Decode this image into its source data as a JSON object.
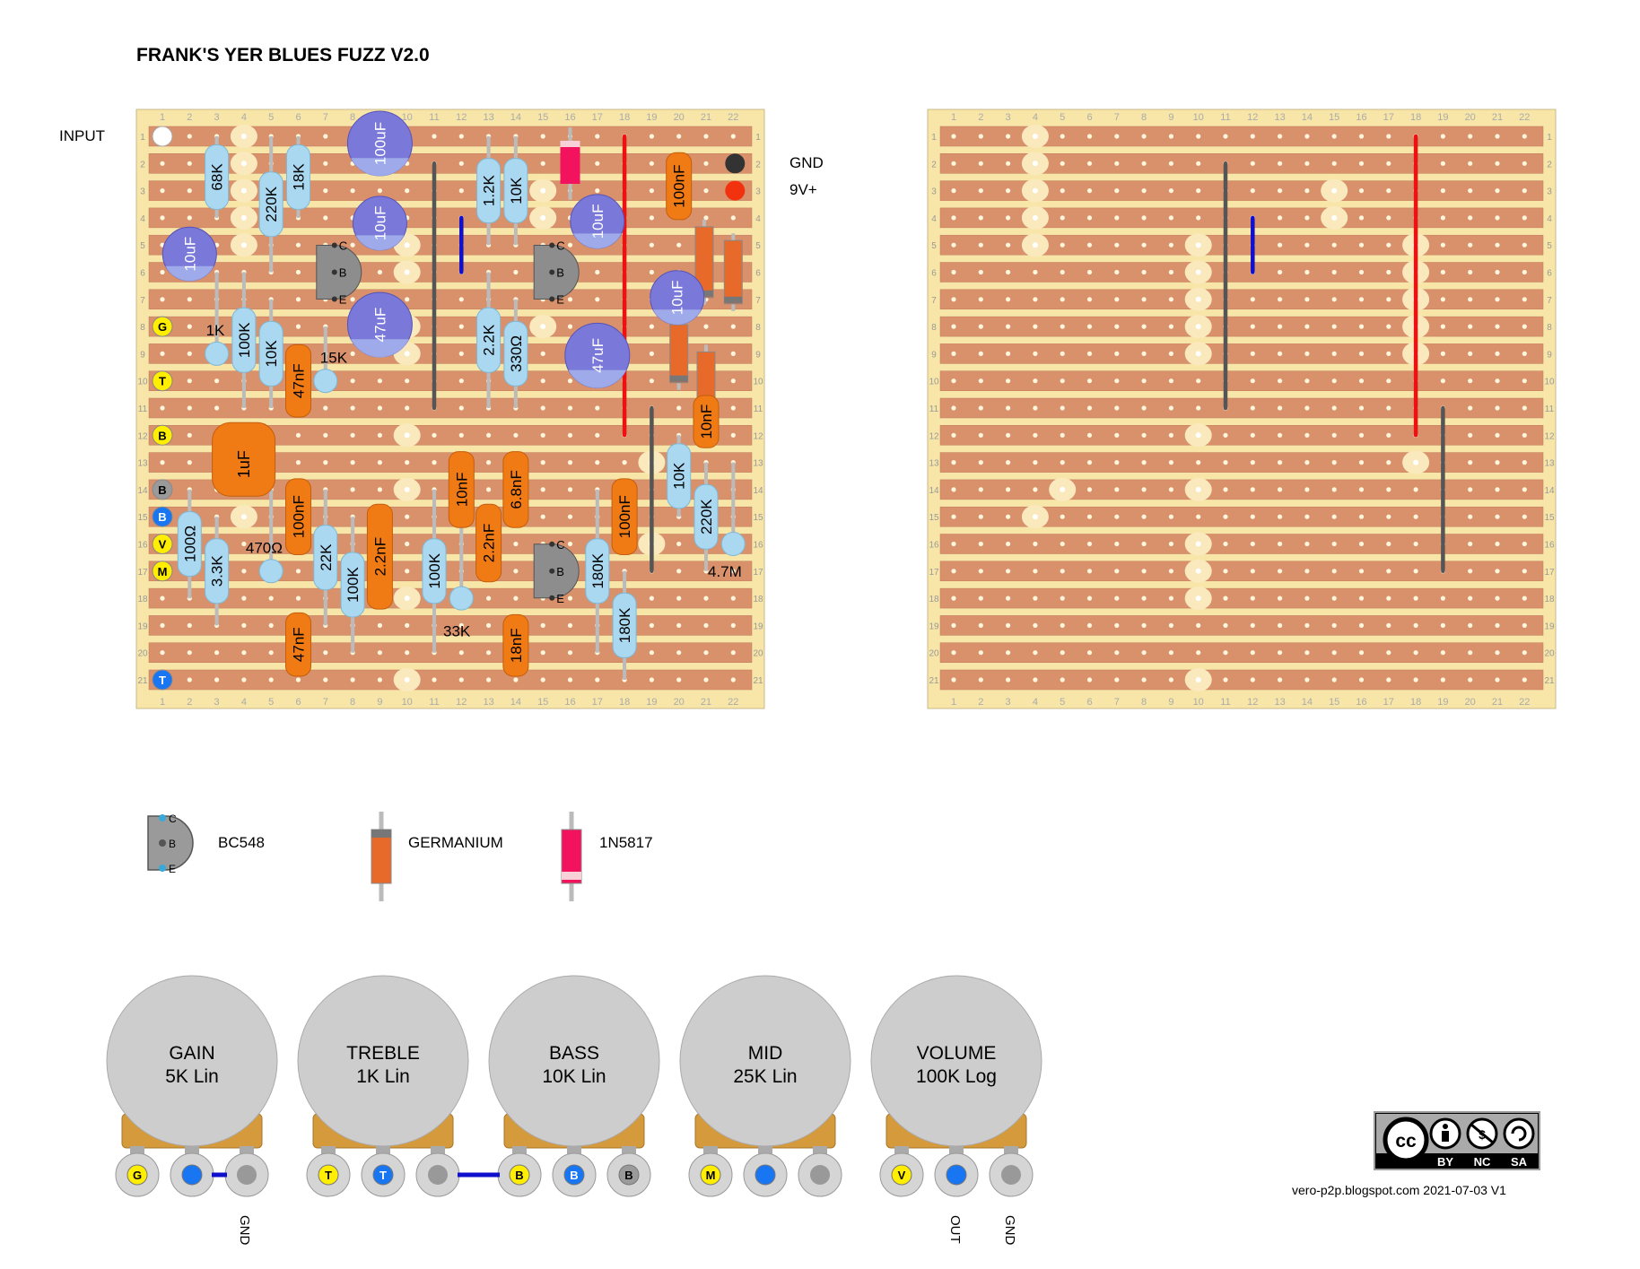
{
  "title": "FRANK'S YER BLUES FUZZ  V2.0",
  "board": {
    "columns": [
      "1",
      "2",
      "3",
      "4",
      "5",
      "6",
      "7",
      "8",
      "9",
      "10",
      "11",
      "12",
      "13",
      "14",
      "15",
      "16",
      "17",
      "18",
      "19",
      "20",
      "21",
      "22"
    ],
    "rows": [
      "1",
      "2",
      "3",
      "4",
      "5",
      "6",
      "7",
      "8",
      "9",
      "10",
      "11",
      "12",
      "13",
      "14",
      "15",
      "16",
      "17",
      "18",
      "19",
      "20",
      "21"
    ],
    "input_label": "INPUT",
    "gnd_label": "GND",
    "power_label": "9V+",
    "pad_labels": [
      "G",
      "T",
      "B",
      "B",
      "B",
      "V",
      "M",
      "T"
    ],
    "transistor_pins": [
      "C",
      "B",
      "E"
    ]
  },
  "components": {
    "resistors": [
      "68K",
      "220K",
      "18K",
      "1.2K",
      "10K",
      "1K",
      "100K",
      "10K",
      "15K",
      "2.2K",
      "330Ω",
      "100Ω",
      "3.3K",
      "470Ω",
      "22K",
      "100K",
      "100K",
      "33K",
      "180K",
      "180K",
      "10K",
      "220K",
      "4.7M"
    ],
    "film_caps": [
      "47nF",
      "100nF",
      "47nF",
      "2.2nF",
      "10nF",
      "2.2nF",
      "6.8nF",
      "18nF",
      "100nF",
      "100nF",
      "10nF"
    ],
    "electrolytic_caps": [
      "100uF",
      "10uF",
      "10uF",
      "47uF",
      "10uF",
      "47uF",
      "10uF"
    ],
    "box_caps": [
      "1uF"
    ]
  },
  "legend": {
    "transistor_label": "BC548",
    "germanium_label": "GERMANIUM",
    "diode_label": "1N5817"
  },
  "pots": [
    {
      "name": "GAIN",
      "value": "5K Lin",
      "lugs": [
        "G",
        "",
        ""
      ],
      "below": "GND"
    },
    {
      "name": "TREBLE",
      "value": "1K Lin",
      "lugs": [
        "T",
        "T",
        ""
      ],
      "below": ""
    },
    {
      "name": "BASS",
      "value": "10K Lin",
      "lugs": [
        "B",
        "B",
        "B"
      ],
      "below": ""
    },
    {
      "name": "MID",
      "value": "25K Lin",
      "lugs": [
        "M",
        "",
        ""
      ],
      "below": ""
    },
    {
      "name": "VOLUME",
      "value": "100K Log",
      "lugs": [
        "V",
        "",
        ""
      ],
      "below_out": "OUT",
      "below_gnd": "GND"
    }
  ],
  "license": {
    "cc": "cc",
    "by": "BY",
    "nc": "NC",
    "sa": "SA"
  },
  "credit": "vero-p2p.blogspot.com  2021-07-03 V1",
  "colors": {
    "board_bg": "#f7e6a8",
    "strip": "#d9916c",
    "resistor": "#a9d8f0",
    "film_cap": "#f07b15",
    "electrolytic": "#7a78d8",
    "yellow_pad": "#ffee00",
    "blue_pad": "#1976f2",
    "grey_pad": "#9a9a9a",
    "pot": "#cdcdcd",
    "pot_base": "#d59a3c",
    "link_red": "#ee1111",
    "link_blue": "#1010cc",
    "link_grey": "#555555"
  }
}
